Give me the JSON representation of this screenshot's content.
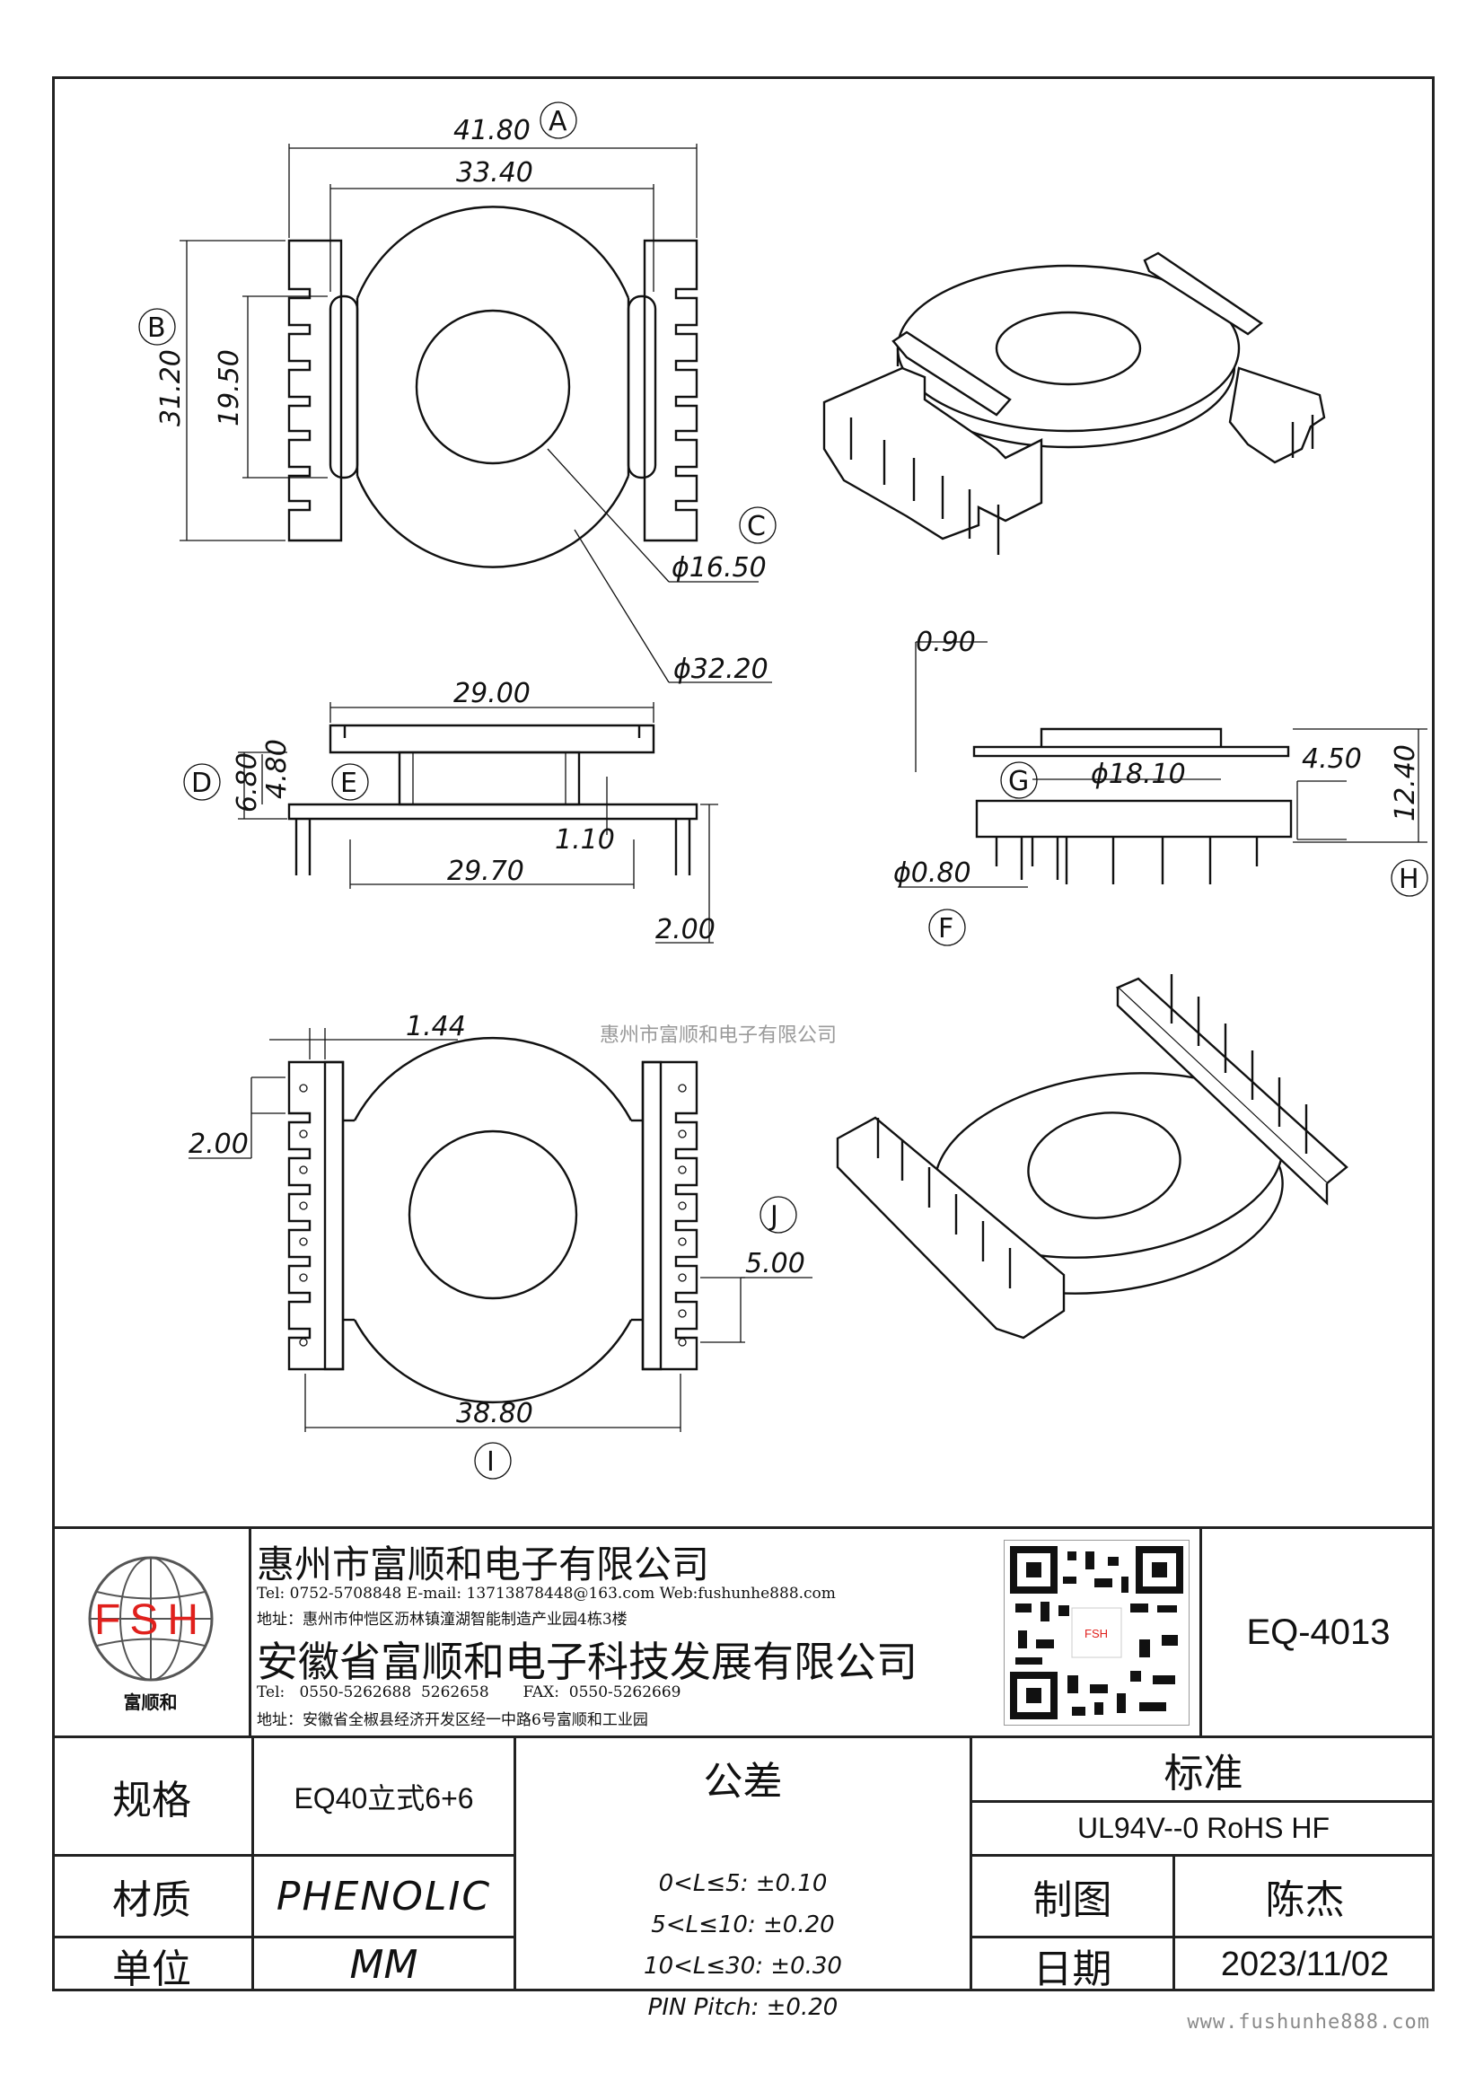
{
  "watermark_center": "惠州市富顺和电子有限公司",
  "dims": {
    "A": "A",
    "B": "B",
    "C": "C",
    "D": "D",
    "E": "E",
    "F": "F",
    "G": "G",
    "H": "H",
    "I": "I",
    "J": "J",
    "w4180": "41.80",
    "w3340": "33.40",
    "h3120": "31.20",
    "h1950": "19.50",
    "d1650": "ϕ16.50",
    "d3220": "ϕ32.20",
    "w2900": "29.00",
    "h680": "6.80",
    "h480": "4.80",
    "h110": "1.10",
    "w2970": "29.70",
    "h200b": "2.00",
    "h090": "0.90",
    "d1810": "ϕ18.10",
    "h450": "4.50",
    "h1240": "12.40",
    "d080": "ϕ0.80",
    "w144": "1.44",
    "h200": "2.00",
    "p500": "5.00",
    "w3880": "38.80"
  },
  "company": {
    "logo_text": "FSH",
    "logo_sub": "富顺和",
    "name1": "惠州市富顺和电子有限公司",
    "contact1": "Tel: 0752-5708848  E-mail: 13713878448@163.com  Web:fushunhe888.com",
    "addr1": "地址：惠州市仲恺区沥林镇潼湖智能制造产业园4栋3楼",
    "name2": "安徽省富顺和电子科技发展有限公司",
    "contact2": "Tel:   0550-5262688  5262658       FAX:  0550-5262669",
    "addr2": "地址：安徽省全椒县经济开发区经一中路6号富顺和工业园",
    "qr_label": "FSH",
    "part_no": "EQ-4013"
  },
  "table": {
    "spec_label": "规格",
    "spec_value": "EQ40立式6+6",
    "mat_label": "材质",
    "mat_value": "PHENOLIC",
    "unit_label": "单位",
    "unit_value": "MM",
    "tol_label": "公差",
    "tol_lines": [
      "0<L≤5: ±0.10",
      "5<L≤10: ±0.20",
      "10<L≤30: ±0.30",
      "PIN Pitch: ±0.20"
    ],
    "std_label": "标准",
    "std_value": "UL94V--0  RoHS HF",
    "drawn_label": "制图",
    "drawn_value": "陈杰",
    "date_label": "日期",
    "date_value": "2023/11/02"
  },
  "footer_url": "www.fushunhe888.com"
}
